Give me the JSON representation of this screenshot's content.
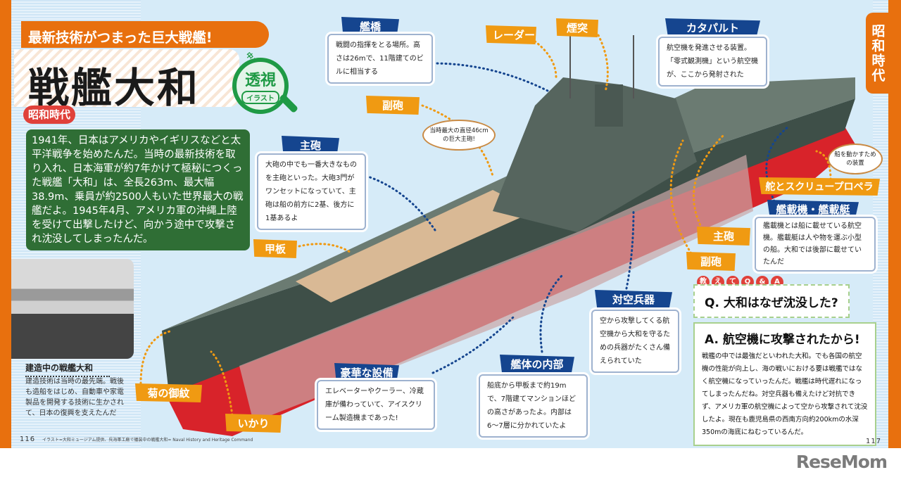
{
  "header": {
    "banner": "最新技術がつまった巨大戦艦!",
    "title": "戦艦大和",
    "badge_top": "中までまるわかり!",
    "badge_main": "透視",
    "badge_sub": "イラスト",
    "era": "昭和時代"
  },
  "intro": "1941年、日本はアメリカやイギリスなどと太平洋戦争を始めたんだ。当時の最新技術を取り入れ、日本海軍が約7年かけて極秘につくった戦艦「大和」は、全長263m、最大幅38.9m、乗員が約2500人もいた世界最大の戦艦だよ。1945年4月、アメリカ軍の沖縄上陸を受けて出撃したけど、向かう途中で攻撃され沈没してしまったんだ。",
  "photo": {
    "caption_title": "建造中の戦艦大和",
    "caption_body": "建造技術は当時の最先端。戦後も造船をはじめ、自動車や家電製品を開発する技術に生かされて、日本の復興を支えたんだ"
  },
  "callouts": {
    "bridge": {
      "label": "艦橋",
      "text": "戦闘の指揮をとる場所。高さは26mで、11階建てのビルに相当する"
    },
    "radar": {
      "label": "レーダー"
    },
    "funnel": {
      "label": "煙突"
    },
    "catapult": {
      "label": "カタパルト",
      "text": "航空機を発進させる装置。「零式観測機」という航空機が、ここから発射された"
    },
    "secondary_gun": {
      "label": "副砲"
    },
    "main_gun": {
      "label": "主砲",
      "text": "大砲の中でも一番大きなものを主砲といった。大砲3門がワンセットになっていて、主砲は船の前方に2基、後方に1基あるよ",
      "bubble": "当時最大の直径46cmの巨大主砲!"
    },
    "deck": {
      "label": "甲板"
    },
    "rudder": {
      "label": "舵とスクリュープロペラ",
      "bubble": "船を動かすための装置"
    },
    "aircraft": {
      "label": "艦載機・艦載艇",
      "text": "艦載機とは船に載せている航空機。艦載艇は人や物を運ぶ小型の船。大和では後部に載せていたんだ"
    },
    "main_gun_rear": {
      "label": "主砲"
    },
    "secondary_gun_rear": {
      "label": "副砲"
    },
    "aa": {
      "label": "対空兵器",
      "text": "空から攻撃してくる航空機から大和を守るための兵器がたくさん備えられていた"
    },
    "hull": {
      "label": "艦体の内部",
      "text": "船底から甲板まで約19mで、7階建てマンションほどの高さがあったよ。内部は6〜7層に分かれていたよ"
    },
    "facilities": {
      "label": "豪華な設備",
      "text": "エレベーターやクーラー、冷蔵庫が備わっていて、アイスクリーム製造機まであった!"
    },
    "crest": {
      "label": "菊の御紋"
    },
    "anchor": {
      "label": "いかり"
    }
  },
  "qa": {
    "badges": [
      "教",
      "え",
      "て",
      "Q",
      "&",
      "A"
    ],
    "question": "Q. 大和はなぜ沈没した?",
    "answer_head": "A. 航空機に攻撃されたから!",
    "answer_body": "戦艦の中では最強だといわれた大和。でも各国の航空機の性能が向上し、海の戦いにおける要は戦艦ではなく航空機になっていったんだ。戦艦は時代遅れになってしまったんだね。対空兵器も備えたけど対抗できず、アメリカ軍の航空機によって空から攻撃されて沈没したよ。現在も鹿児島県の西南方向約200kmの水深350mの海底にねむっているんだ。"
  },
  "footer": {
    "page_left": "116",
    "page_right": "117",
    "credit": "イラスト=大和ミュージアム提供、呉海軍工廠で艤装中の戦艦大和= Naval History and Heritage Command",
    "logo": "ReseMom"
  },
  "colors": {
    "orange": "#e8700e",
    "navy": "#15458f",
    "label_orange": "#f09a12",
    "green": "#2f6e35",
    "hull_red": "#d8232a"
  }
}
